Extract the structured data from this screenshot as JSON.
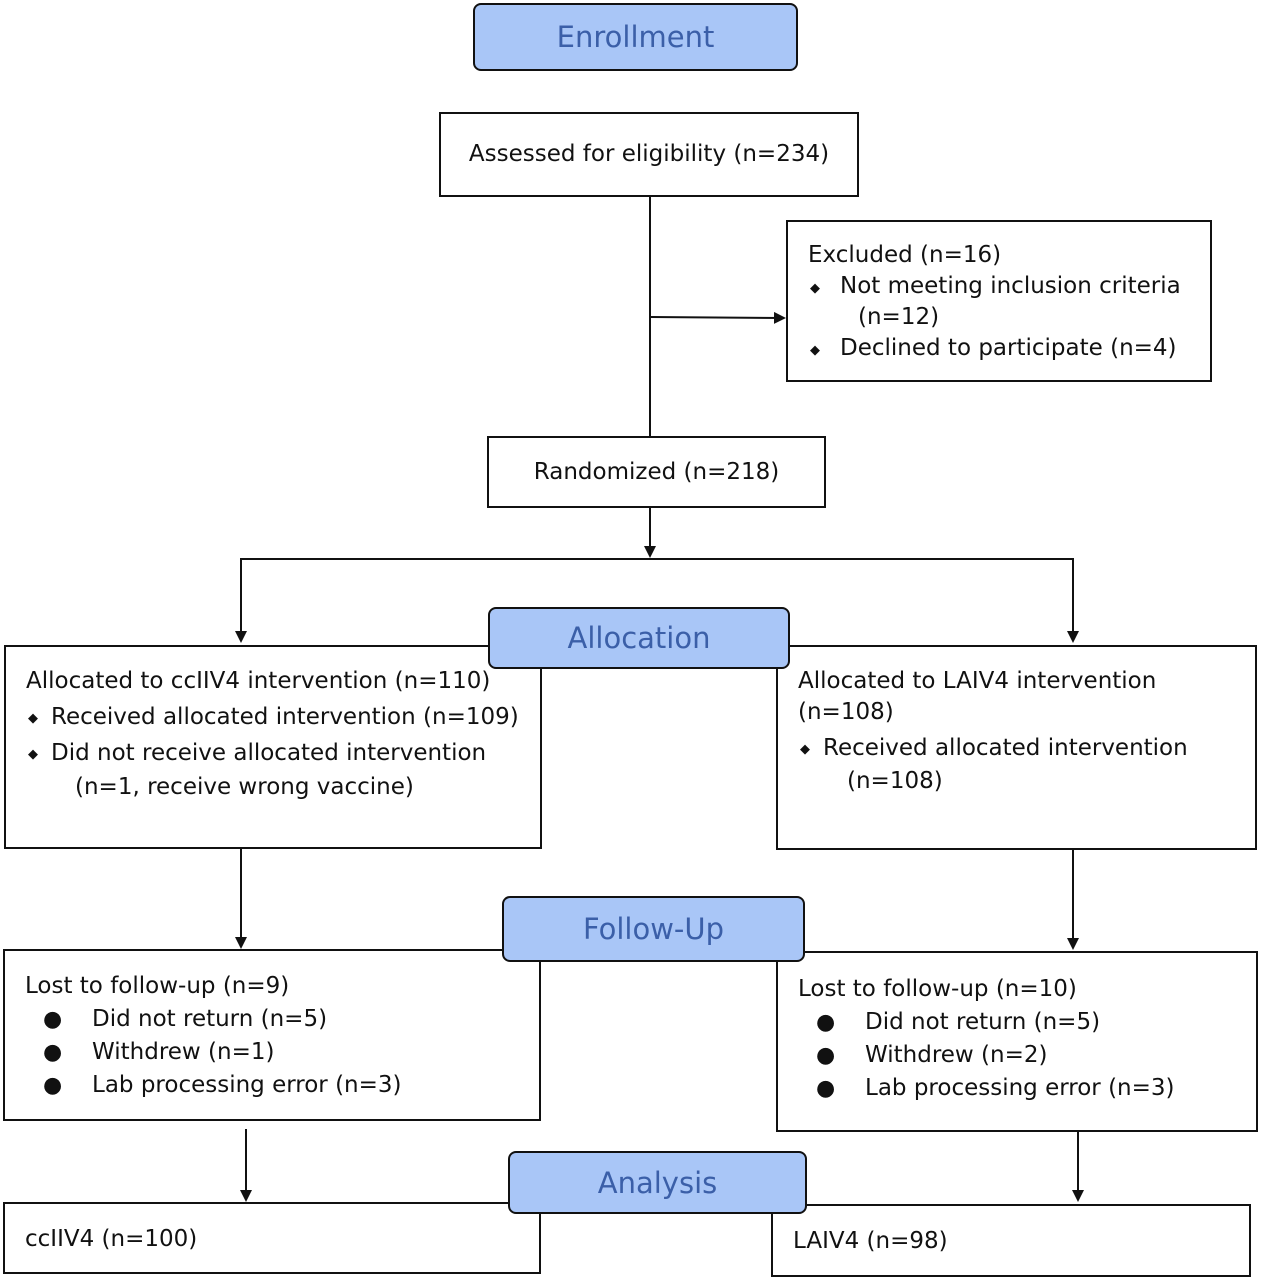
{
  "stages": {
    "enrollment": "Enrollment",
    "allocation": "Allocation",
    "follow_up": "Follow-Up",
    "analysis": "Analysis"
  },
  "assessed": "Assessed for eligibility (n=234)",
  "excluded": {
    "title": "Excluded (n=16)",
    "items": [
      "Not meeting inclusion criteria",
      "Declined to participate (n=4)"
    ],
    "item1_cont": "(n=12)"
  },
  "randomized": "Randomized (n=218)",
  "allocation_left": {
    "title": "Allocated to ccIIV4 intervention (n=110)",
    "items": [
      "Received allocated intervention (n=109)",
      "Did not receive allocated intervention"
    ],
    "item2_cont": "(n=1, receive wrong vaccine)"
  },
  "allocation_right": {
    "title": "Allocated to LAIV4 intervention",
    "title_cont": "(n=108)",
    "items": [
      "Received allocated intervention"
    ],
    "item1_cont": "(n=108)"
  },
  "followup_left": {
    "title": "Lost to follow-up (n=9)",
    "items": [
      "Did not return (n=5)",
      "Withdrew (n=1)",
      "Lab processing error (n=3)"
    ]
  },
  "followup_right": {
    "title": "Lost to follow-up (n=10)",
    "items": [
      "Did not return (n=5)",
      "Withdrew (n=2)",
      "Lab processing error (n=3)"
    ]
  },
  "analysis_left": "ccIIV4 (n=100)",
  "analysis_right": "LAIV4 (n=98)",
  "bullet_diamond": "◆",
  "bullet_dot": "●"
}
